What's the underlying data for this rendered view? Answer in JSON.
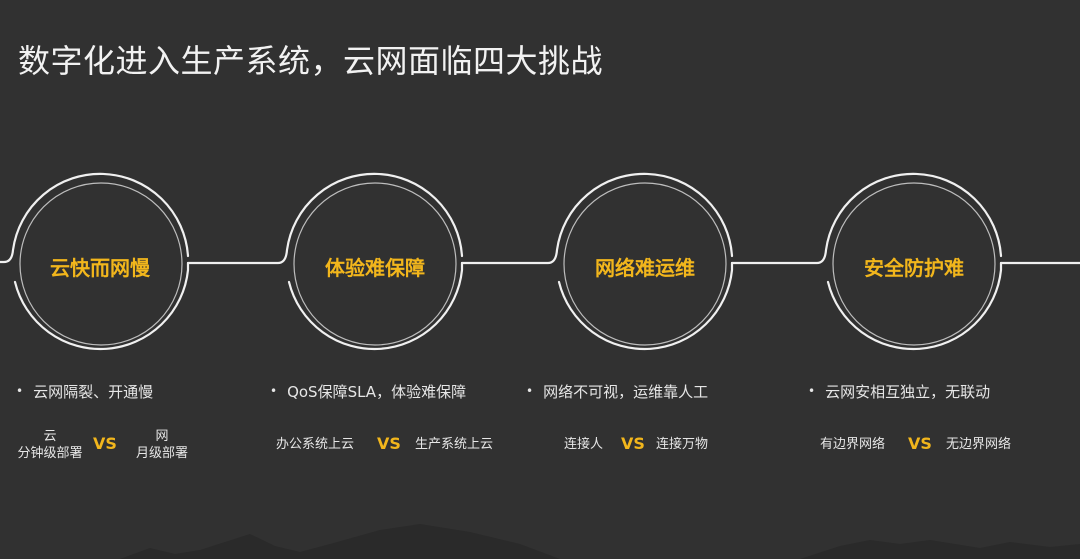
{
  "slide": {
    "title": "数字化进入生产系统，云网面临四大挑战",
    "accent_color": "#F2B61C",
    "background_color": "#313131",
    "challenges": [
      {
        "label": "云快而网慢",
        "bullet": "云网隔裂、开通慢",
        "compare": {
          "left_line1": "云",
          "left_line2": "分钟级部署",
          "vs": "VS",
          "right_line1": "网",
          "right_line2": "月级部署"
        }
      },
      {
        "label": "体验难保障",
        "bullet": "QoS保障SLA，体验难保障",
        "compare": {
          "left": "办公系统上云",
          "vs": "VS",
          "right": "生产系统上云"
        }
      },
      {
        "label": "网络难运维",
        "bullet": "网络不可视，运维靠人工",
        "compare": {
          "left": "连接人",
          "vs": "VS",
          "right": "连接万物"
        }
      },
      {
        "label": "安全防护难",
        "bullet": "云网安相互独立，无联动",
        "compare": {
          "left": "有边界网络",
          "vs": "VS",
          "right": "无边界网络"
        }
      }
    ],
    "bullet_glyph": "•"
  }
}
